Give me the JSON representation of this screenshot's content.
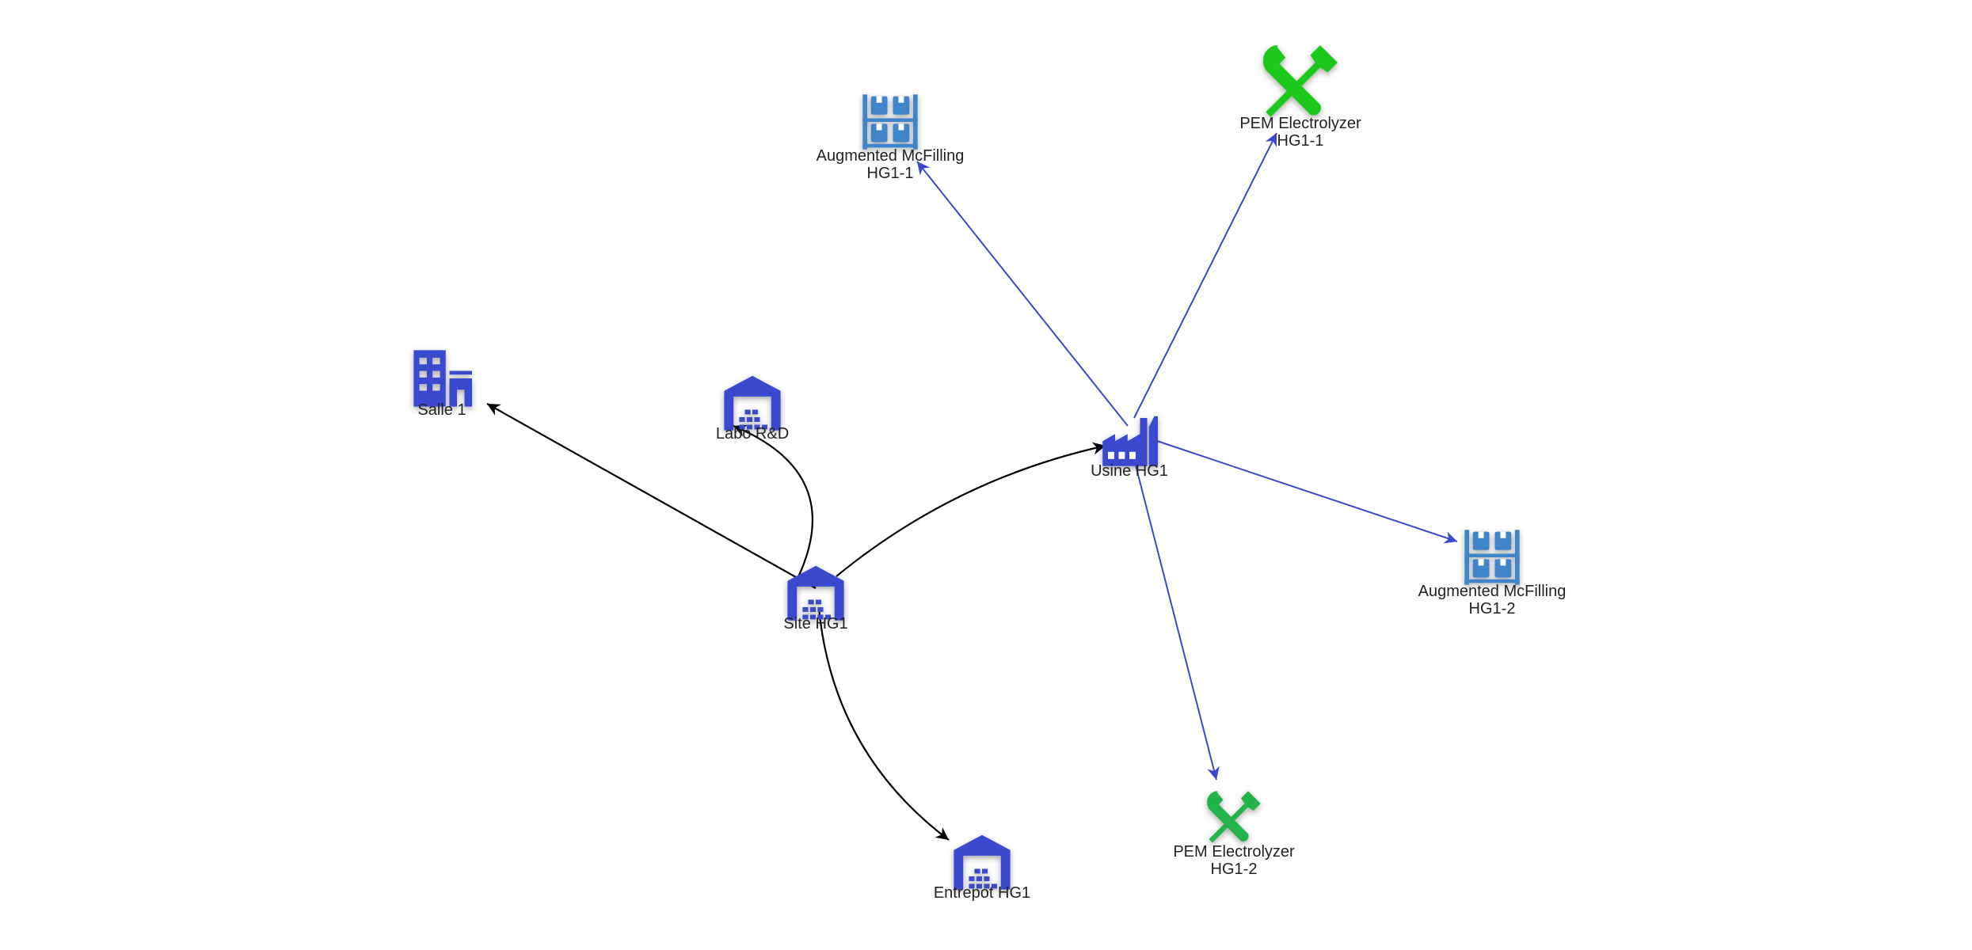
{
  "colors": {
    "site": "#3a49cf",
    "storage": "#3f84c9",
    "tool_bright": "#1ec81e",
    "tool": "#20b34a",
    "edge_black": "#000000",
    "edge_blue": "#3a49cf"
  },
  "nodes": [
    {
      "id": "site-hg1",
      "icon": "warehouse-icon",
      "color": "site",
      "label_lines": [
        "Site HG1"
      ]
    },
    {
      "id": "salle-1",
      "icon": "office-building-icon",
      "color": "site",
      "label_lines": [
        "Salle 1"
      ]
    },
    {
      "id": "labo-rd",
      "icon": "warehouse-icon",
      "color": "site",
      "label_lines": [
        "Labo R&D"
      ]
    },
    {
      "id": "usine-hg1",
      "icon": "factory-icon",
      "color": "site",
      "label_lines": [
        "Usine HG1"
      ]
    },
    {
      "id": "entrepot-hg1",
      "icon": "warehouse-icon",
      "color": "site",
      "label_lines": [
        "Entrepot HG1"
      ]
    },
    {
      "id": "mcfilling-1",
      "icon": "storage-rack-icon",
      "color": "storage",
      "label_lines": [
        "Augmented McFilling",
        "HG1-1"
      ]
    },
    {
      "id": "mcfilling-2",
      "icon": "storage-rack-icon",
      "color": "storage",
      "label_lines": [
        "Augmented McFilling",
        "HG1-2"
      ]
    },
    {
      "id": "pem-1",
      "icon": "tools-icon",
      "color": "tool_bright",
      "label_lines": [
        "PEM Electrolyzer",
        "HG1-1"
      ]
    },
    {
      "id": "pem-2",
      "icon": "tools-icon",
      "color": "tool",
      "label_lines": [
        "PEM Electrolyzer",
        "HG1-2"
      ]
    }
  ],
  "edges": [
    {
      "from": "site-hg1",
      "to": "salle-1",
      "color": "edge_black"
    },
    {
      "from": "site-hg1",
      "to": "labo-rd",
      "color": "edge_black"
    },
    {
      "from": "site-hg1",
      "to": "usine-hg1",
      "color": "edge_black"
    },
    {
      "from": "site-hg1",
      "to": "entrepot-hg1",
      "color": "edge_black"
    },
    {
      "from": "usine-hg1",
      "to": "mcfilling-1",
      "color": "edge_blue"
    },
    {
      "from": "usine-hg1",
      "to": "pem-1",
      "color": "edge_blue"
    },
    {
      "from": "usine-hg1",
      "to": "mcfilling-2",
      "color": "edge_blue"
    },
    {
      "from": "usine-hg1",
      "to": "pem-2",
      "color": "edge_blue"
    }
  ]
}
